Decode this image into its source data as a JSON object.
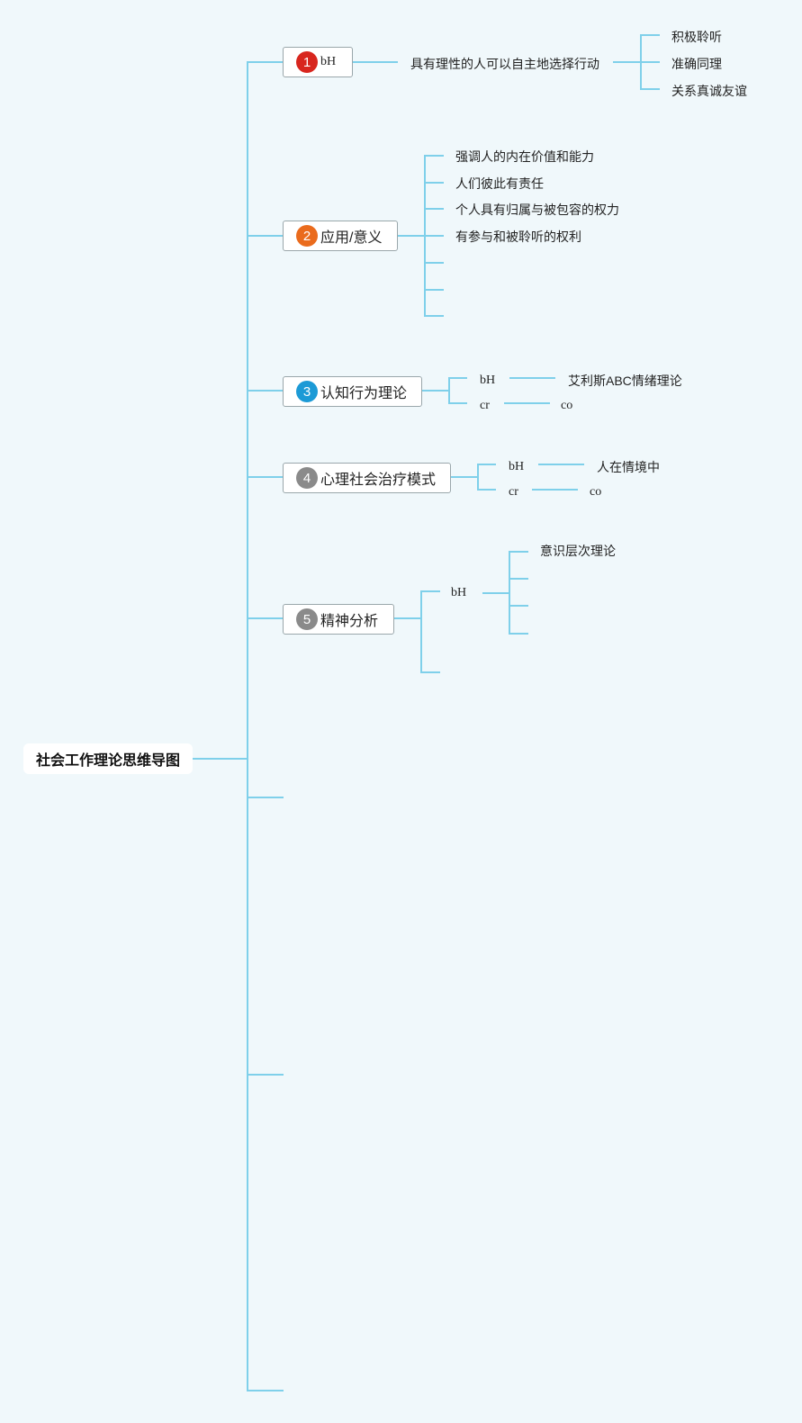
{
  "root": {
    "label": "社会工作理论思维导图"
  },
  "branches": [
    {
      "number": "1",
      "label": "bH",
      "child": "具有理性的人可以自主地选择行动",
      "leaves": [
        "积极聆听",
        "准确同理",
        "关系真诚友谊"
      ]
    },
    {
      "number": "2",
      "label": "应用/意义",
      "leaves": [
        "强调人的内在价值和能力",
        "人们彼此有责任",
        "个人具有归属与被包容的权力",
        "有参与和被聆听的权利",
        "",
        "",
        ""
      ]
    },
    {
      "number": "3",
      "label": "认知行为理论",
      "pairs": [
        {
          "key": "bH",
          "value": "艾利斯ABC情绪理论"
        },
        {
          "key": "cr",
          "value": "co"
        }
      ]
    },
    {
      "number": "4",
      "label": "心理社会治疗模式",
      "pairs": [
        {
          "key": "bH",
          "value": "人在情境中"
        },
        {
          "key": "cr",
          "value": "co"
        }
      ]
    },
    {
      "number": "5",
      "label": "精神分析",
      "child": "bH",
      "leaves": [
        "意识层次理论",
        "",
        "",
        ""
      ]
    }
  ],
  "colors": {
    "line": "#7fd0ea",
    "background": "#f0f8fb",
    "n1": "#d8261e",
    "n2": "#ea6b1d",
    "n3": "#1c9ad6",
    "n4": "#8a8a8a",
    "n5": "#8a8a8a"
  }
}
